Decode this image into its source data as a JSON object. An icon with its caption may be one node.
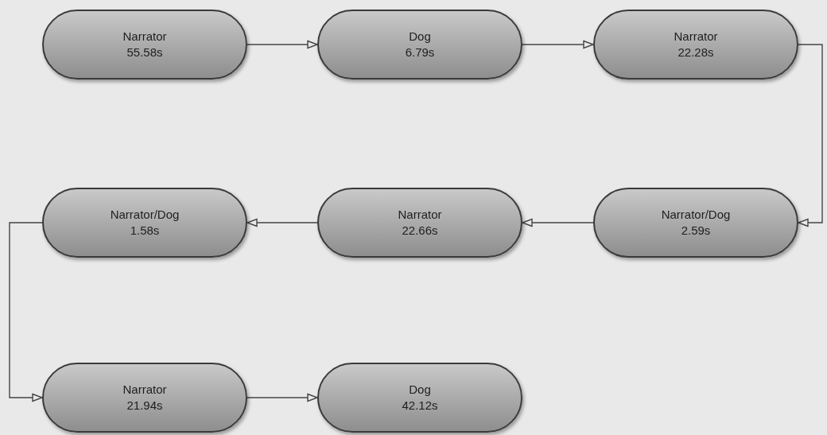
{
  "diagram": {
    "nodes": [
      {
        "text": [
          "Narrator",
          "55.58s"
        ]
      },
      {
        "text": [
          "Dog",
          "6.79s"
        ]
      },
      {
        "text": [
          "Narrator",
          "22.28s"
        ]
      },
      {
        "text": [
          "Narrator/Dog",
          "1.58s"
        ]
      },
      {
        "text": [
          "Narrator",
          "22.66s"
        ]
      },
      {
        "text": [
          "Narrator/Dog",
          "2.59s"
        ]
      },
      {
        "text": [
          "Narrator",
          "21.94s"
        ]
      },
      {
        "text": [
          "Dog",
          "42.12s"
        ]
      }
    ],
    "edges": [
      {
        "from": 0,
        "to": 1,
        "arrow": "to"
      },
      {
        "from": 1,
        "to": 2,
        "arrow": "to"
      },
      {
        "from": 2,
        "to": 5,
        "arrow": "to"
      },
      {
        "from": 5,
        "to": 4,
        "arrow": "to"
      },
      {
        "from": 4,
        "to": 3,
        "arrow": "to"
      },
      {
        "from": 3,
        "to": 6,
        "arrow": "to"
      },
      {
        "from": 6,
        "to": 7,
        "arrow": "to"
      }
    ]
  }
}
